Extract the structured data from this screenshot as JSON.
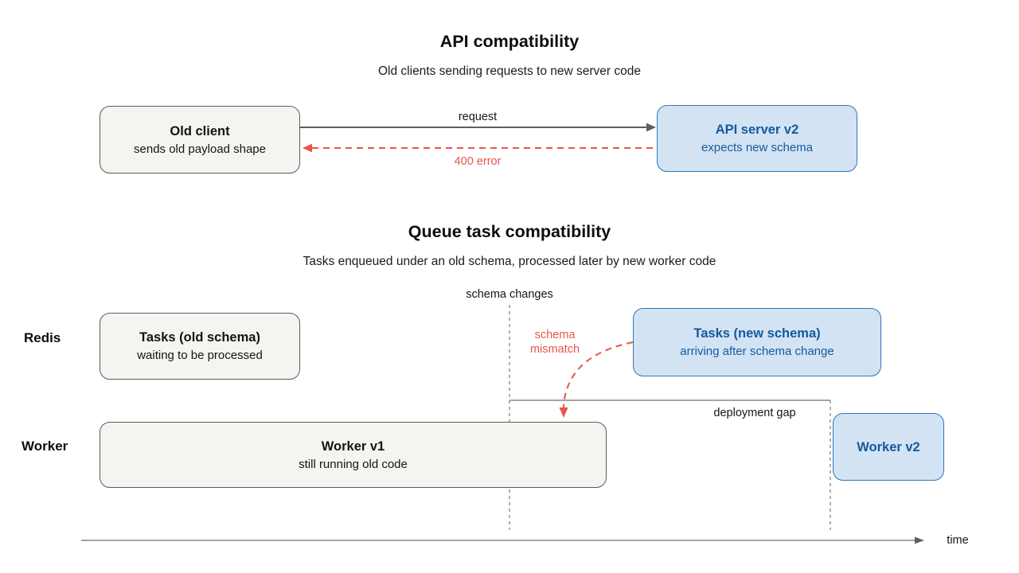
{
  "colors": {
    "blue_fill": "#d3e3f3",
    "blue_border": "#2f76bb",
    "blue_text": "#15599e",
    "gray_fill": "#f5f4f1",
    "gray_border": "#5c5c58",
    "red": "#e8564b",
    "arrow_gray": "#5f5f5f",
    "line_gray": "#6e6e6e"
  },
  "api_section": {
    "title": "API compatibility",
    "subtitle": "Old clients sending requests to new server code",
    "old_client": {
      "title": "Old client",
      "subtitle": "sends old payload shape"
    },
    "api_server": {
      "title": "API server v2",
      "subtitle": "expects new schema"
    },
    "labels": {
      "request": "request",
      "error": "400 error"
    }
  },
  "queue_section": {
    "title": "Queue task compatibility",
    "subtitle": "Tasks enqueued under an old schema, processed later by new worker code",
    "labels": {
      "schema_changes": "schema changes",
      "schema_mismatch": "schema\nmismatch",
      "deployment_gap": "deployment gap",
      "time": "time"
    },
    "lanes": {
      "redis": "Redis",
      "worker": "Worker"
    },
    "tasks_old": {
      "title": "Tasks (old schema)",
      "subtitle": "waiting to be processed"
    },
    "tasks_new": {
      "title": "Tasks (new schema)",
      "subtitle": "arriving after schema change"
    },
    "worker_v1": {
      "title": "Worker v1",
      "subtitle": "still running old code"
    },
    "worker_v2": {
      "title": "Worker v2"
    }
  }
}
